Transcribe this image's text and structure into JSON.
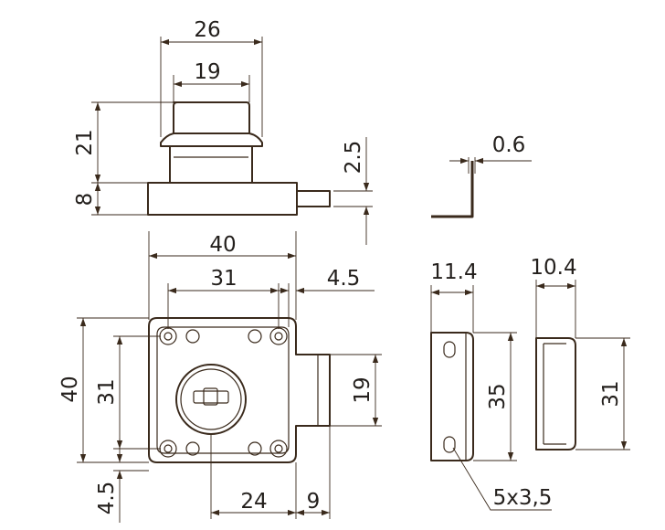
{
  "dimensions": {
    "top_outer_width": "26",
    "top_inner_width": "19",
    "cylinder_height": "21",
    "base_height": "8",
    "bolt_thickness": "2.5",
    "plate_thickness": "0.6",
    "front_width": "40",
    "hole_spacing_h": "31",
    "bolt_extension": "4.5",
    "front_height": "40",
    "hole_spacing_v": "31",
    "bolt_height": "19",
    "edge_offset": "4.5",
    "keyhole_offset": "24",
    "bolt_offset": "9",
    "side_depth": "11.4",
    "side_height": "35",
    "strike_depth": "10.4",
    "strike_height": "31",
    "slot_size": "5x3,5"
  }
}
